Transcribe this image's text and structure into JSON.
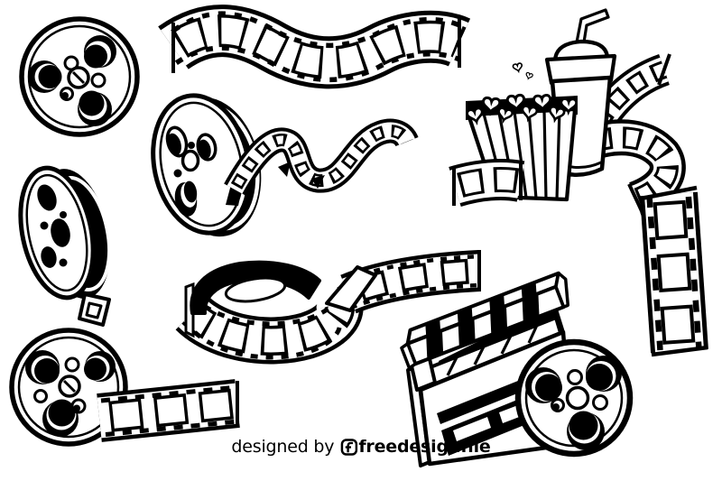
{
  "page": {
    "background": "#ffffff",
    "ink": "#000000"
  },
  "watermark": {
    "prefix": "designed by",
    "brand": "freedesignfile",
    "logo_icon": "freedesignfile-logo"
  },
  "illustration": {
    "style": "black and white cartoon cinema clipart set",
    "items": [
      {
        "id": "film-reel-front",
        "label": "Film reel front view with three holes"
      },
      {
        "id": "filmstrip-wave",
        "label": "Wavy filmstrip with frames and sprocket holes"
      },
      {
        "id": "popcorn-and-drink",
        "label": "Striped popcorn box with soda cup, straw and curling filmstrips"
      },
      {
        "id": "film-reel-tilted",
        "label": "Tilted film reel seen from the side"
      },
      {
        "id": "film-reel-unspooling",
        "label": "Film reel with film unspooling to the right"
      },
      {
        "id": "filmstrip-ribbon",
        "label": "Curled S-shaped filmstrip ribbon"
      },
      {
        "id": "filmstrip-vertical",
        "label": "Vertical filmstrip with three frames"
      },
      {
        "id": "film-reel-with-strip",
        "label": "Film reel with horizontal filmstrip"
      },
      {
        "id": "clapperboard-and-reel",
        "label": "Open clapperboard with film reel"
      }
    ]
  }
}
